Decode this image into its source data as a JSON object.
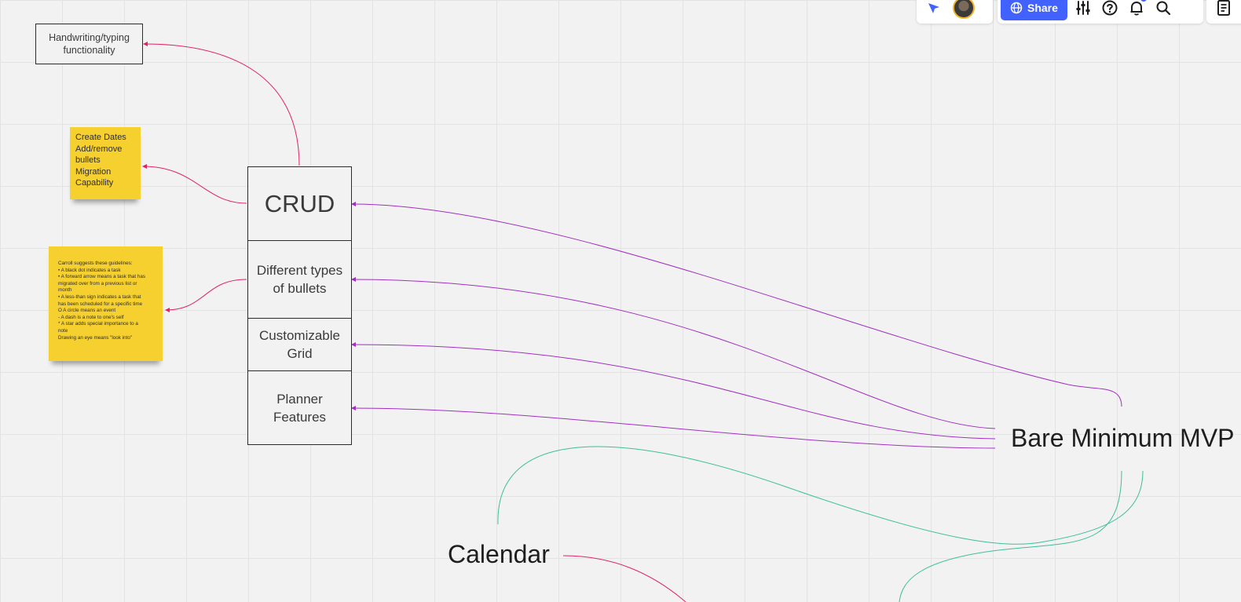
{
  "toolbar": {
    "share_label": "Share",
    "icons": [
      "cursor-icon",
      "avatar",
      "globe-icon",
      "settings-sliders-icon",
      "help-icon",
      "bell-icon",
      "search-icon",
      "notes-icon"
    ],
    "accent_color": "#4262ff"
  },
  "board": {
    "handwriting_box": {
      "text": "Handwriting/typing functionality"
    },
    "sticky_crud_details": {
      "lines": [
        "Create Dates",
        "Add/remove",
        "bullets",
        "Migration",
        "Capability"
      ]
    },
    "sticky_guidelines": {
      "lines": [
        "Carroll suggests these guidelines:",
        "• A black dot indicates a task",
        "• A forward arrow means a task that has",
        "migrated over from a previous list or",
        "month",
        "• A less-than sign indicates a task that",
        "has been scheduled for a specific time",
        "O A circle means an event",
        "- A dash is a note to one's self",
        "* A star adds special importance to a",
        "note",
        "Drawing an eye means \"look into\""
      ]
    },
    "stack": {
      "crud": "CRUD",
      "bullets": "Different types of bullets",
      "grid": "Customizable Grid",
      "planner": "Planner Features"
    },
    "mvp_label": "Bare Minimum MVP",
    "calendar_label": "Calendar"
  },
  "colors": {
    "connector_pink": "#e0245e",
    "connector_purple": "#a030c0",
    "connector_teal": "#3dbf9a",
    "sticky_yellow": "#f6d02e"
  }
}
